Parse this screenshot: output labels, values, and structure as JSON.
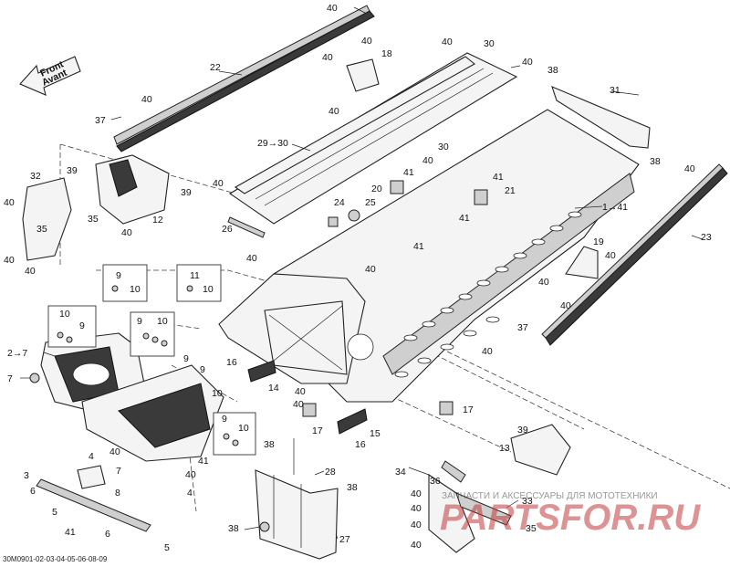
{
  "doc_id": "30M0901-02-03-04-05-06-08-09",
  "front_arrow": {
    "line1": "Front",
    "line2": "Avant"
  },
  "watermark": {
    "text1": "ЗАПЧАСТИ И АКСЕССУАРЫ ДЛЯ МОТОТЕХНИКИ",
    "text2": "PARTSFOR.RU"
  },
  "labels": [
    {
      "id": "l40a",
      "text": "40"
    },
    {
      "id": "l40b",
      "text": "40"
    },
    {
      "id": "l18",
      "text": "18"
    },
    {
      "id": "l40c",
      "text": "40"
    },
    {
      "id": "l30a",
      "text": "30"
    },
    {
      "id": "l40d",
      "text": "40"
    },
    {
      "id": "l38a",
      "text": "38"
    },
    {
      "id": "l31",
      "text": "31"
    },
    {
      "id": "l22",
      "text": "22"
    },
    {
      "id": "l40e",
      "text": "40"
    },
    {
      "id": "l37a",
      "text": "37"
    },
    {
      "id": "l40f",
      "text": "40"
    },
    {
      "id": "l29",
      "text": "29→30"
    },
    {
      "id": "l30b",
      "text": "30"
    },
    {
      "id": "l40g",
      "text": "40"
    },
    {
      "id": "l38b",
      "text": "38"
    },
    {
      "id": "l40h",
      "text": "40"
    },
    {
      "id": "l32",
      "text": "32"
    },
    {
      "id": "l39a",
      "text": "39"
    },
    {
      "id": "l39b",
      "text": "39"
    },
    {
      "id": "l40i",
      "text": "40"
    },
    {
      "id": "l35a",
      "text": "35"
    },
    {
      "id": "l12",
      "text": "12"
    },
    {
      "id": "l40j",
      "text": "40"
    },
    {
      "id": "l35b",
      "text": "35"
    },
    {
      "id": "l40k",
      "text": "40"
    },
    {
      "id": "l40l",
      "text": "40"
    },
    {
      "id": "l40m",
      "text": "40"
    },
    {
      "id": "l41a",
      "text": "41"
    },
    {
      "id": "l20",
      "text": "20"
    },
    {
      "id": "l41b",
      "text": "41"
    },
    {
      "id": "l21",
      "text": "21"
    },
    {
      "id": "l41c",
      "text": "41"
    },
    {
      "id": "l1",
      "text": "1→41"
    },
    {
      "id": "l23",
      "text": "23"
    },
    {
      "id": "l26",
      "text": "26"
    },
    {
      "id": "l24",
      "text": "24"
    },
    {
      "id": "l25",
      "text": "25"
    },
    {
      "id": "l41d",
      "text": "41"
    },
    {
      "id": "l40n",
      "text": "40"
    },
    {
      "id": "l40o",
      "text": "40"
    },
    {
      "id": "l19",
      "text": "19"
    },
    {
      "id": "l40p",
      "text": "40"
    },
    {
      "id": "l40q",
      "text": "40"
    },
    {
      "id": "l40r",
      "text": "40"
    },
    {
      "id": "l37b",
      "text": "37"
    },
    {
      "id": "l40s",
      "text": "40"
    },
    {
      "id": "l9a",
      "text": "9"
    },
    {
      "id": "l10a",
      "text": "10"
    },
    {
      "id": "l11",
      "text": "11"
    },
    {
      "id": "l10b",
      "text": "10"
    },
    {
      "id": "l10c",
      "text": "10"
    },
    {
      "id": "l9b",
      "text": "9"
    },
    {
      "id": "l9c",
      "text": "9"
    },
    {
      "id": "l10d",
      "text": "10"
    },
    {
      "id": "l2",
      "text": "2→7"
    },
    {
      "id": "l7a",
      "text": "7"
    },
    {
      "id": "l9d",
      "text": "9"
    },
    {
      "id": "l9e",
      "text": "9"
    },
    {
      "id": "l10e",
      "text": "10"
    },
    {
      "id": "l16a",
      "text": "16"
    },
    {
      "id": "l14",
      "text": "14"
    },
    {
      "id": "l40t",
      "text": "40"
    },
    {
      "id": "l40u",
      "text": "40"
    },
    {
      "id": "l17a",
      "text": "17"
    },
    {
      "id": "l17b",
      "text": "17"
    },
    {
      "id": "l15",
      "text": "15"
    },
    {
      "id": "l16b",
      "text": "16"
    },
    {
      "id": "l4a",
      "text": "4"
    },
    {
      "id": "l40v",
      "text": "40"
    },
    {
      "id": "l9f",
      "text": "9"
    },
    {
      "id": "l10f",
      "text": "10"
    },
    {
      "id": "l38c",
      "text": "38"
    },
    {
      "id": "l41e",
      "text": "41"
    },
    {
      "id": "l7b",
      "text": "7"
    },
    {
      "id": "l40w",
      "text": "40"
    },
    {
      "id": "l3",
      "text": "3"
    },
    {
      "id": "l8",
      "text": "8"
    },
    {
      "id": "l6a",
      "text": "6"
    },
    {
      "id": "l4b",
      "text": "4"
    },
    {
      "id": "l5a",
      "text": "5"
    },
    {
      "id": "l41f",
      "text": "41"
    },
    {
      "id": "l6b",
      "text": "6"
    },
    {
      "id": "l5b",
      "text": "5"
    },
    {
      "id": "l28",
      "text": "28"
    },
    {
      "id": "l38d",
      "text": "38"
    },
    {
      "id": "l38e",
      "text": "38"
    },
    {
      "id": "l27",
      "text": "27"
    },
    {
      "id": "l39c",
      "text": "39"
    },
    {
      "id": "l13",
      "text": "13"
    },
    {
      "id": "l34",
      "text": "34"
    },
    {
      "id": "l36",
      "text": "36"
    },
    {
      "id": "l40x",
      "text": "40"
    },
    {
      "id": "l40y",
      "text": "40"
    },
    {
      "id": "l33",
      "text": "33"
    },
    {
      "id": "l35c",
      "text": "35"
    },
    {
      "id": "l40z",
      "text": "40"
    },
    {
      "id": "l40za",
      "text": "40"
    },
    {
      "id": "l40zb",
      "text": "40"
    }
  ]
}
